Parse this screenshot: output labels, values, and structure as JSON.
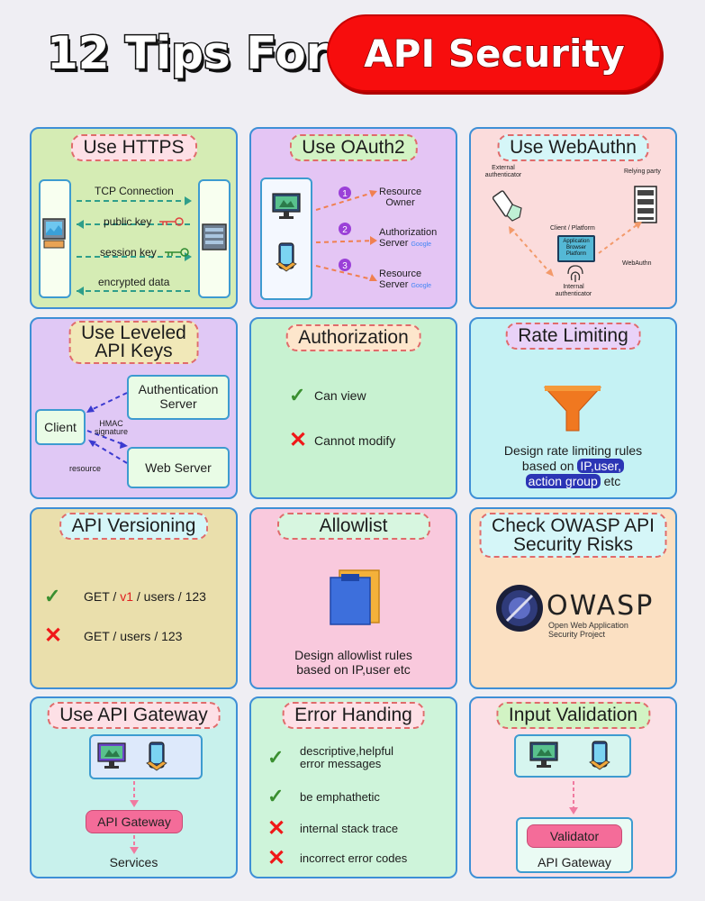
{
  "header": {
    "left": "12 Tips For",
    "right": "API Security"
  },
  "cards": {
    "https": {
      "title": "Use HTTPS",
      "rows": [
        "TCP Connection",
        "public key",
        "session key",
        "encrypted data"
      ]
    },
    "oauth2": {
      "title": "Use OAuth2",
      "steps": [
        {
          "num": "1",
          "line1": "Resource",
          "line2": "Owner",
          "google": ""
        },
        {
          "num": "2",
          "line1": "Authorization",
          "line2": "Server",
          "google": "Google"
        },
        {
          "num": "3",
          "line1": "Resource",
          "line2": "Server",
          "google": "Google"
        }
      ]
    },
    "webauthn": {
      "title": "Use WebAuthn",
      "external": "External authenticator",
      "relying": "Relying party",
      "client": "Client / Platform",
      "app": "Application Browser Platform",
      "internal": "Internal authenticator",
      "webauthn": "WebAuthn"
    },
    "leveled": {
      "title_l1": "Use Leveled",
      "title_l2": "API Keys",
      "client": "Client",
      "auth_l1": "Authentication",
      "auth_l2": "Server",
      "web": "Web Server",
      "hmac_l1": "HMAC",
      "hmac_l2": "signature",
      "resource": "resource"
    },
    "authorization": {
      "title": "Authorization",
      "allow": "Can view",
      "deny": "Cannot modify"
    },
    "rate": {
      "title": "Rate Limiting",
      "line1": "Design rate limiting rules",
      "based": "based on",
      "ipuser": "IP,user,",
      "action": "action group",
      "etc": "etc"
    },
    "versioning": {
      "title": "API Versioning",
      "good_pre": "GET / ",
      "good_v": "v1",
      "good_post": " / users / 123",
      "bad": "GET / users / 123"
    },
    "allowlist": {
      "title": "Allowlist",
      "line1": "Design allowlist rules",
      "line2": "based on IP,user etc"
    },
    "owasp": {
      "title_l1": "Check OWASP API",
      "title_l2": "Security Risks",
      "logo": "OWASP",
      "sub1": "Open Web Application",
      "sub2": "Security Project"
    },
    "gateway": {
      "title": "Use API Gateway",
      "gateway": "API Gateway",
      "services": "Services"
    },
    "errors": {
      "title": "Error Handing",
      "items": [
        {
          "ok": true,
          "l1": "descriptive,helpful",
          "l2": "error messages"
        },
        {
          "ok": true,
          "l1": "be emphathetic",
          "l2": ""
        },
        {
          "ok": false,
          "l1": "internal stack trace",
          "l2": ""
        },
        {
          "ok": false,
          "l1": "incorrect error codes",
          "l2": ""
        }
      ]
    },
    "validation": {
      "title": "Input Validation",
      "validator": "Validator",
      "gateway": "API Gateway"
    }
  },
  "colors": {
    "accent": "#f70d0d",
    "border": "#3e8fd6",
    "check": "#3a8f30",
    "cross": "#f01818",
    "highlight": "#2b35b5"
  }
}
